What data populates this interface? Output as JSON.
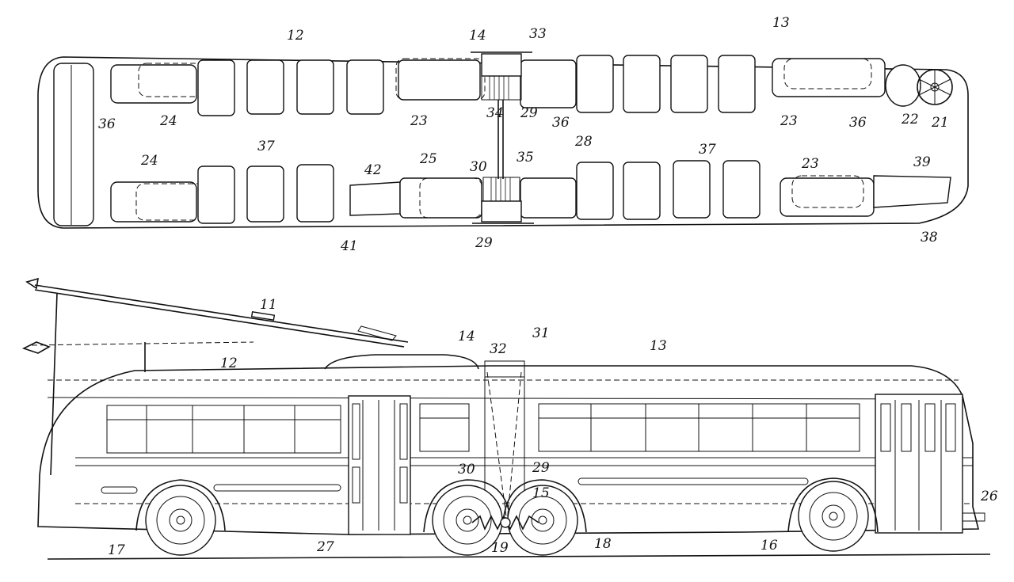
{
  "plan_labels": [
    "12",
    "14",
    "33",
    "13",
    "36",
    "24",
    "23",
    "34",
    "29",
    "36",
    "23",
    "36",
    "22",
    "21",
    "28",
    "24",
    "37",
    "42",
    "25",
    "30",
    "35",
    "37",
    "23",
    "39",
    "41",
    "29",
    "38"
  ],
  "side_labels": [
    "11",
    "14",
    "32",
    "31",
    "13",
    "12",
    "30",
    "29",
    "15",
    "17",
    "27",
    "19",
    "18",
    "16",
    "26"
  ]
}
